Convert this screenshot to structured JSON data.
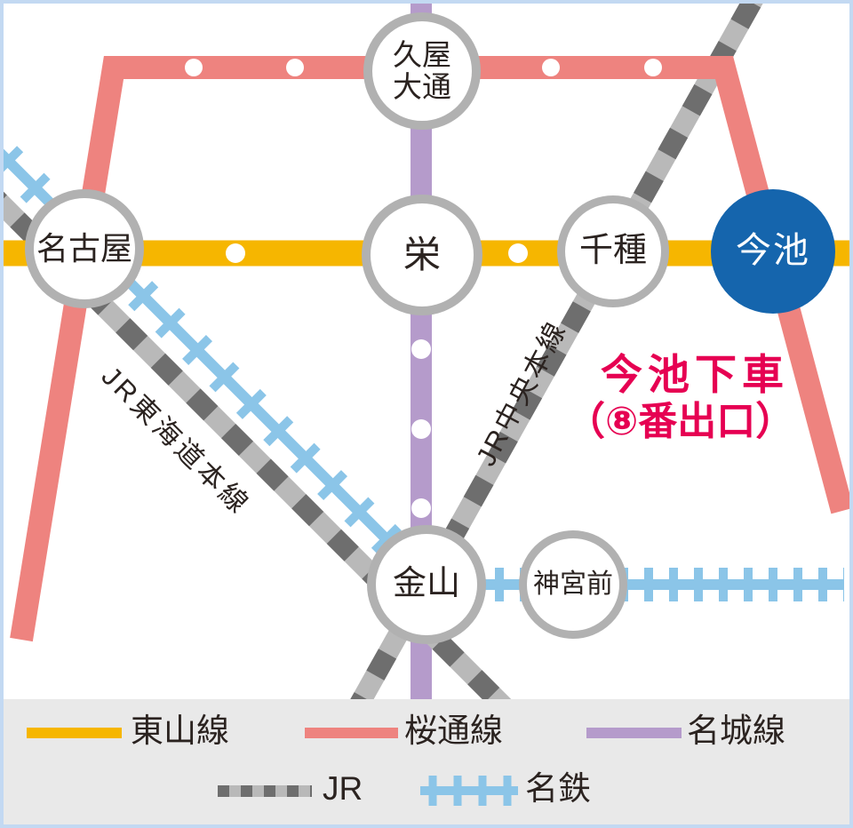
{
  "colors": {
    "higashiyama": "#F6B600",
    "sakuradori": "#EE837F",
    "meijo": "#B59BCB",
    "jr_dark": "#6E6E6E",
    "jr_light": "#B9B9B9",
    "meitetsu": "#8BC5E8",
    "imaike_blue": "#1565AD",
    "notice_red": "#E60052",
    "ring": "#B1B1B1",
    "text": "#2B2320",
    "legend_bg": "#E9E9E9",
    "frame_blue": "#C3D9F2"
  },
  "stations": {
    "hisaya_odori": "久屋大通",
    "nagoya": "名古屋",
    "sakae": "栄",
    "chikusa": "千種",
    "imaike": "今池",
    "kanayama": "金山",
    "jingumae": "神宮前"
  },
  "rail_labels": {
    "tokaido": "JR東海道本線",
    "chuo": "JR中央本線"
  },
  "notice": {
    "line1": "今池下車",
    "line2": "（⑧番出口）"
  },
  "legend": {
    "items": [
      {
        "id": "higashiyama",
        "label": "東山線"
      },
      {
        "id": "sakuradori",
        "label": "桜通線"
      },
      {
        "id": "meijo",
        "label": "名城線"
      },
      {
        "id": "jr",
        "label": "JR"
      },
      {
        "id": "meitetsu",
        "label": "名鉄"
      }
    ]
  }
}
